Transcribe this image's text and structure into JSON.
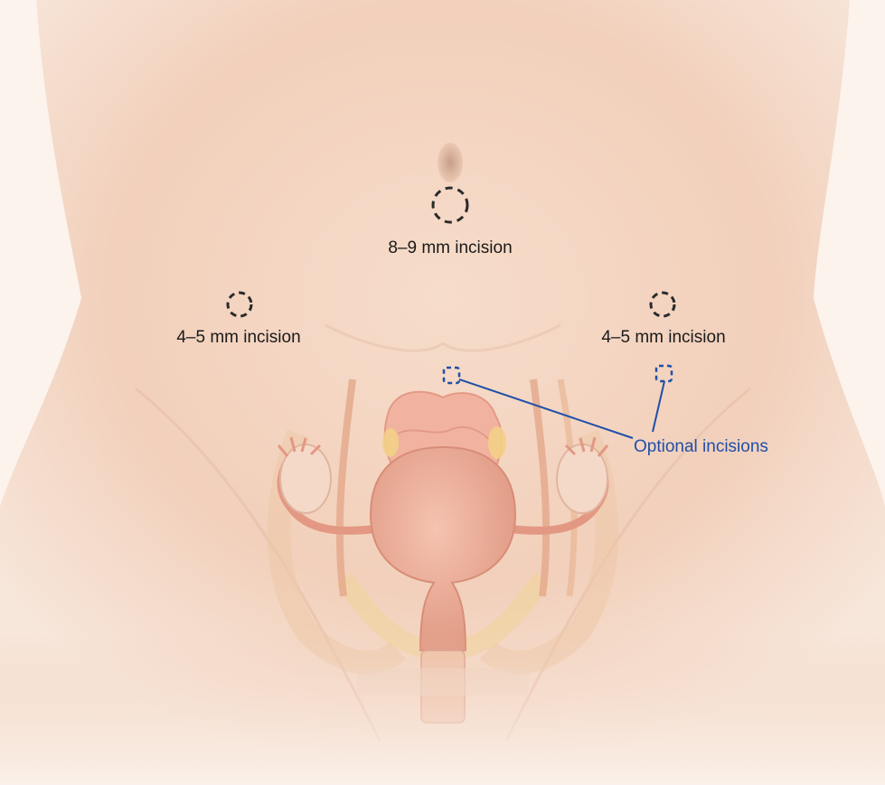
{
  "labels": {
    "umbilical": "8–9 mm incision",
    "left_lateral": "4–5 mm incision",
    "right_lateral": "4–5 mm incision",
    "optional": "Optional incisions"
  },
  "colors": {
    "primary_marker": "#2a2a2a",
    "optional_marker": "#1f4fa8",
    "label_text": "#1a1a1a",
    "optional_text": "#1f4fa8",
    "skin": "#f2d2bd",
    "uterus": "#e8a08a"
  },
  "icons": {
    "primary_port": "dashed-circle-icon",
    "optional_port": "dashed-square-icon"
  }
}
